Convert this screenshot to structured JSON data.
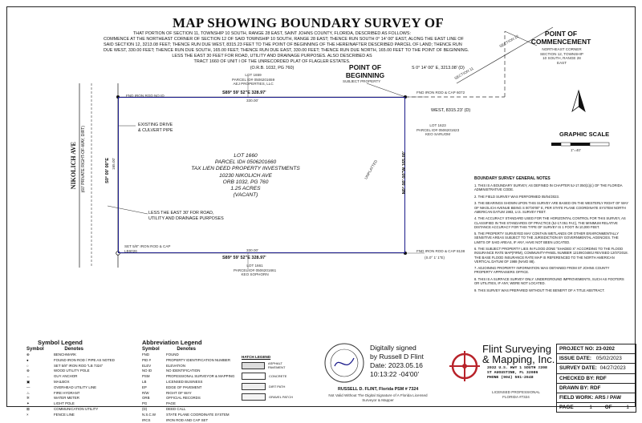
{
  "title": "MAP SHOWING BOUNDARY SURVEY OF",
  "description_lines": [
    "THAT PORTION OF SECTION 11, TOWNSHIP 10 SOUTH, RANGE 28 EAST, SAINT JOHNS COUNTY, FLORIDA, DESCRIBED AS FOLLOWS:",
    "COMMENCE AT THE NORTHEAST CORNER OF SECTION 12 OF SAID TOWNSHIP 10 SOUTH, RANGE 28 EAST; THENCE RUN SOUTH 0° 14' 00\" EAST, ALONG THE EAST LINE OF",
    "SAID SECTION 12, 3213.08 FEET; THENCE RUN DUE WEST, 8315.23 FEET TO THE POINT OF BEGINNING OF THE HEREINAFTER DESCRIBED PARCEL OF LAND; THENCE RUN",
    "DUE WEST, 330.00 FEET; THENCE RUN DUE SOUTH, 165.00 FEET; THENCE RUN DUE EAST, 330.00 FEET; THENCE RUN DUE NORTH, 165.00 FEET TO THE POINT OF BEGINNING.",
    "LESS THE EAST 30 FEET FOR ROAD, UTILITY AND DRAINAGE PURPOSES. ALSO DESCRIBED AS",
    "TRACT 1660 OF UNIT I OF THE UNRECORDED PLAT OF FLAGLER ESTATES.",
    "(O.R.B. 1032, PG 760)"
  ],
  "map": {
    "lot_lines": [
      "LOT 1660",
      "PARCEL ID# 0506201660",
      "TAX LIEN DEED PROPERTY INVESTMENTS",
      "10230 NIKOLICH AVE",
      "ORB 1032, PG 760",
      "1.25 ACRES",
      "(VACANT)"
    ],
    "point_of_beginning": "POINT OF BEGINNING",
    "pob_sub": "SUBJECT PROPERTY",
    "point_of_commencement": "POINT OF COMMENCEMENT",
    "poc_sub": [
      "NORTHEAST CORNER",
      "SECTION 12, TOWNSHIP",
      "10 SOUTH, RANGE 28",
      "EAST"
    ],
    "bearing_top": "S89° 59' 52\"E  328.97'",
    "bearing_bottom": "S89° 59' 52\"E  328.97'",
    "dist_top_small": "330.00'",
    "dist_bottom_small": "330.00'",
    "south_dist": "S 0° 14' 00\" E, 3213.08' (D)",
    "west_dist": "WEST, 8315.23' (D)",
    "east_side": "N0° 00' 00\"W  165.00'",
    "west_side_a": "S0° 00' 00\"E",
    "west_side_b": "165.00'",
    "existing_drive": [
      "EXISTING DRIVE",
      "& CULVERT PIPE"
    ],
    "less_east": [
      "LESS THE EAST 30' FOR ROAD,",
      "UTILITY AND DRAINAGE PURPOSES"
    ],
    "road": "NIKOLICH AVE",
    "road_sub": "(60' PRIVATE RIGHT-OF-WAY, DIRT)",
    "lot_north": [
      "LOT 1659",
      "PARCEL ID# 0506201659",
      "AEJ PROPERTIES, LLC"
    ],
    "lot_south": [
      "LOT 1661",
      "PARCEL ID# 0506201661",
      "KEO SOPHORN"
    ],
    "lot_east": [
      "LOT 1623",
      "PARCEL ID# 0506201623",
      "KEO SARUOM"
    ],
    "fnd_rod_nw": "FND IRON ROD NO ID",
    "fnd_rod_ne": "FND IRON ROD & CAP  6072",
    "set_rod_sw": "SET 5/8\" IRON ROD & CAP  LB6026",
    "fnd_rod_se": "FND IRON ROD & CAP  8138",
    "section_line_a": "SECTION 11",
    "section_line_b": "SECTION 12",
    "unplatted": "UNPLATTED",
    "fnd_note": "(S.0° 1' 1\"E)"
  },
  "graphic_scale": {
    "title": "GRAPHIC SCALE",
    "ratio": "1\"=40'"
  },
  "notes": {
    "heading": "BOUNDARY SURVEY GENERAL NOTES",
    "items": [
      "1.  THIS IS A BOUNDARY SURVEY, AS DEFINED IN CHAPTER 5J-17.050(1)(c) OF THE FLORIDA ADMINISTRATIVE CODE.",
      "2.  THE FIELD SURVEY WAS PERFORMED 05/04/2023.",
      "3.  THE BEARINGS SHOWN UPON THIS SURVEY ARE BASED ON THE WESTERLY RIGHT OF WAY OF NIKOLICH AVENUE BEING S 00°00'00\" E, PER STATE PLANE COORDINATE SYSTEM NORTH AMERICAN DATUM 1983, U.S. SURVEY FEET.",
      "4.  THE ACCURACY STANDARD USED FOR THE HORIZONTAL CONTROL FOR THIS SURVEY, AS CLASSIFIED IN THE STANDARDS OF PRACTICE (5J-17.051 FAC), THE MINIMUM RELATIVE DISTANCE ACCURACY FOR THIS TYPE OF SURVEY IS 1 FOOT IN 10,000 FEET.",
      "5.  THE PROPERTY SURVEYED MAY CONTAIN WETLANDS OR OTHER ENVIRONMENTALLY SENSITIVE AREAS SUBJECT TO THE JURISDICTION BY GOVERNMENTAL AGENCIES. THE LIMITS OF SAID AREAS, IF ANY, HAVE NOT BEEN LOCATED.",
      "6.  THE SUBJECT PROPERTY LIES IN FLOOD ZONE \"SHADED X\" ACCORDING TO THE FLOOD INSURANCE RATE MAP(FIRM), COMMUNITY-PANEL NUMBER 12109C0480J REVISED 12/07/2018. THE BASE FLOOD INSURANCE RATE MAP IS REFERENCED TO THE NORTH AMERICAN VERTICAL DATUM OF 1988 (NAVD 88).",
      "7.  ADJOINING PROPERTY INFORMATION WAS OBTAINED FROM ST JOHNS COUNTY PROPERTY APPRAISERS OFFICE.",
      "8.  THIS IS A SURFACE SURVEY ONLY. UNDERGROUND IMPROVEMENTS, SUCH AS FOOTERS OR UTILITIES, IF ANY, WERE NOT LOCATED.",
      "9.  THIS SURVEY WAS PREPARED WITHOUT THE BENEFIT OF A TITLE ABSTRACT."
    ]
  },
  "symbol_legend": {
    "title": "Symbol Legend",
    "col1": "Symbol",
    "col2": "Denotes",
    "rows": [
      {
        "sym": "⊕",
        "text": "BENCHMARK"
      },
      {
        "sym": "●",
        "text": "FOUND IRON ROD / PIPE AS NOTED"
      },
      {
        "sym": "○",
        "text": "SET 5/8\" IRON ROD \"LB 7324\""
      },
      {
        "sym": "⊗",
        "text": "WOOD UTILITY POLE"
      },
      {
        "sym": "←",
        "text": "GUY ANCHOR"
      },
      {
        "sym": "▣",
        "text": "MAILBOX"
      },
      {
        "sym": "—",
        "text": "OVERHEAD UTILITY LINE"
      },
      {
        "sym": "♨",
        "text": "FIRE HYDRANT"
      },
      {
        "sym": "✲",
        "text": "WATER METER"
      },
      {
        "sym": "✦",
        "text": "LIGHT POLE"
      },
      {
        "sym": "⊠",
        "text": "COMMUNICATION UTILITY"
      },
      {
        "sym": "×",
        "text": "FENCE LINE"
      }
    ]
  },
  "abbreviation_legend": {
    "title": "Abbreviation Legend",
    "col1": "Symbol",
    "col2": "Denotes",
    "rows": [
      {
        "sym": "FND",
        "text": "FOUND"
      },
      {
        "sym": "PID #",
        "text": "PROPERTY IDENTIFICATION NUMBER"
      },
      {
        "sym": "ELEV",
        "text": "ELEVATION"
      },
      {
        "sym": "NO ID",
        "text": "NO IDENTIFICATION"
      },
      {
        "sym": "PSM",
        "text": "PROFESSIONAL SURVEYOR & MAPPING"
      },
      {
        "sym": "LB",
        "text": "LICENSED BUSINESS"
      },
      {
        "sym": "EP",
        "text": "EDGE OF PAVEMENT"
      },
      {
        "sym": "R/W",
        "text": "RIGHT OF WAY"
      },
      {
        "sym": "ORB",
        "text": "OFFICIAL RECORDS"
      },
      {
        "sym": "PG",
        "text": "PAGE"
      },
      {
        "sym": "(D)",
        "text": "DEED CALL"
      },
      {
        "sym": "N.S.C.W",
        "text": "STATE PLANE COORDINATE SYSTEM"
      },
      {
        "sym": "IRCS",
        "text": "IRON ROD AND CAP SET"
      }
    ]
  },
  "hatch_legend": {
    "title": "HATCH LEGEND",
    "rows": [
      "ASPHALT PAVEMENT",
      "CONCRETE",
      "DIRT PATH",
      "GRAVEL PATCH"
    ]
  },
  "signature": {
    "lines": [
      "Digitally signed",
      "by Russell D Flint",
      "Date: 2023.05.16",
      "10:13:22 -04'00'"
    ],
    "name": "RUSSELL D. FLINT, Florida PSM # 7324",
    "disclaimer": [
      "Not Valid Without The Digital Signature of A Florida Licensed",
      "Surveyor & Mapper"
    ]
  },
  "company": {
    "name_lines": [
      "Flint Surveying",
      "& Mapping, Inc."
    ],
    "address": [
      "2032 U.S. HWY 1 SOUTH #208",
      "ST AUGUSTINE, FL 32086",
      "PHONE (904) 591-2648"
    ],
    "license": [
      "LICENSED PROFESSIONAL",
      "FLORIDA #7324"
    ]
  },
  "title_block": {
    "project_no": "PROJECT NO: 23-0202",
    "issue_date": "ISSUE DATE:",
    "issue_date_val": "05/02/2023",
    "survey_date": "SURVEY DATE:",
    "survey_date_val": "04/27/2023",
    "checked_by": "CHECKED BY: RDF",
    "drawn_by": "DRAWN BY: RDF",
    "field_work": "FIELD WORK: ARS / PAW",
    "page": "PAGE",
    "page_num": "1",
    "of": "OF",
    "page_total": "1"
  },
  "colors": {
    "boundary": "#1a1a8a",
    "accent_red": "#b8232a",
    "ink": "#111111"
  }
}
